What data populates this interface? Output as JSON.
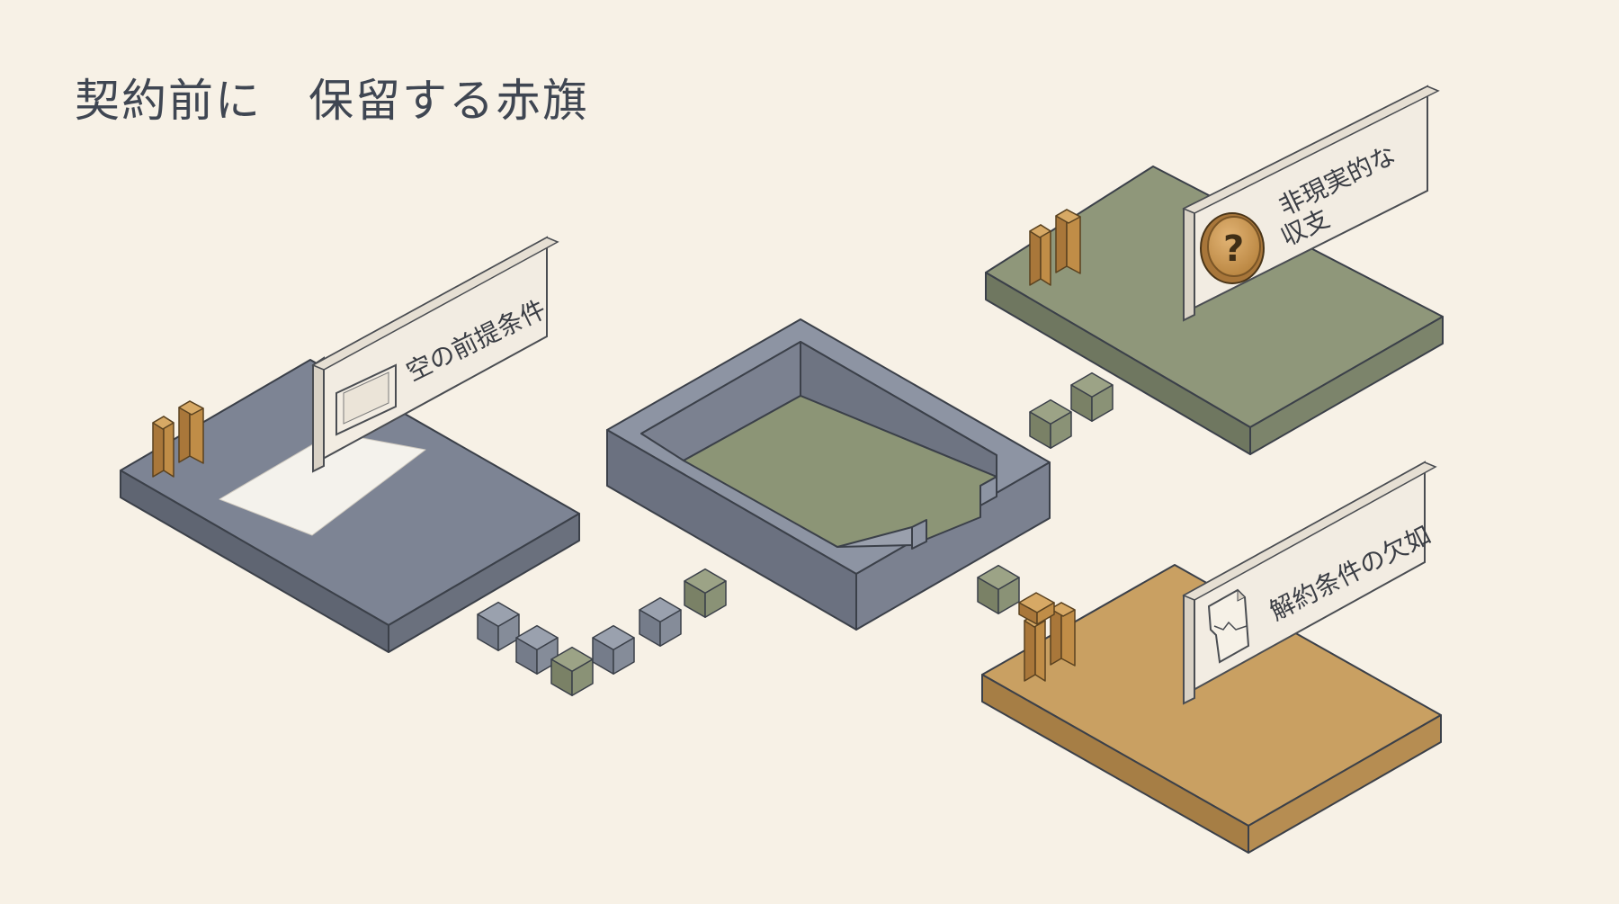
{
  "title": "契約前に　保留する赤旗",
  "flags": [
    {
      "label": "空の前提条件",
      "icon": "empty-frame-icon",
      "color": "#7a8190"
    },
    {
      "label_line1": "非現実的な",
      "label_line2": "収支",
      "icon": "question-coin-icon",
      "color": "#8d9478"
    },
    {
      "label": "解約条件の欠如",
      "icon": "torn-document-icon",
      "color": "#c9a062"
    }
  ],
  "colors": {
    "background": "#f7f1e6",
    "slate": "#7a8190",
    "olive": "#8d9478",
    "ochre": "#c9a062",
    "title": "#3f4652"
  }
}
